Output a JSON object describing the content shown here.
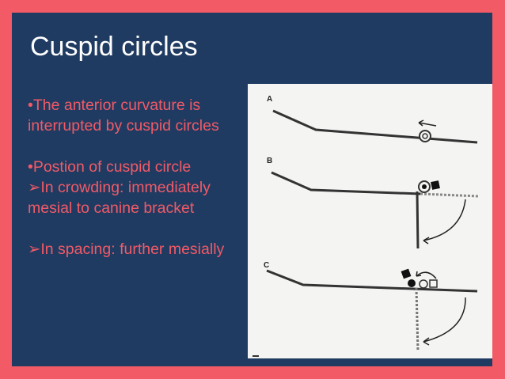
{
  "slide": {
    "title": "Cuspid circles",
    "bullets": [
      "•The anterior curvature is interrupted by cuspid circles",
      "•Postion of cuspid circle",
      "➢In crowding: immediately mesial to canine bracket",
      "➢In spacing: further mesially"
    ],
    "figure": {
      "panel_labels": [
        "A",
        "B",
        "C"
      ]
    }
  },
  "colors": {
    "frame": "#f25a66",
    "background": "#1f3b62",
    "title": "#ffffff",
    "bullet_text": "#f25a66"
  }
}
